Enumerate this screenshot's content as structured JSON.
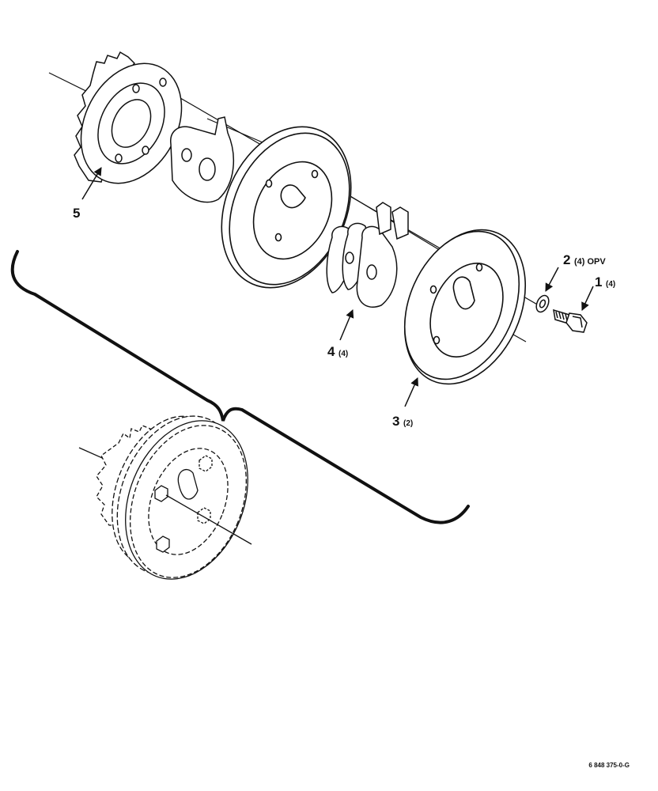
{
  "callouts": {
    "c1": {
      "number": "1",
      "qty": "(4)"
    },
    "c2": {
      "number": "2",
      "qty": "(4) OPV"
    },
    "c3": {
      "number": "3",
      "qty": "(2)"
    },
    "c4": {
      "number": "4",
      "qty": "(4)"
    },
    "c5": {
      "number": "5",
      "qty": ""
    }
  },
  "reference_number": "6 848 375-0-G"
}
